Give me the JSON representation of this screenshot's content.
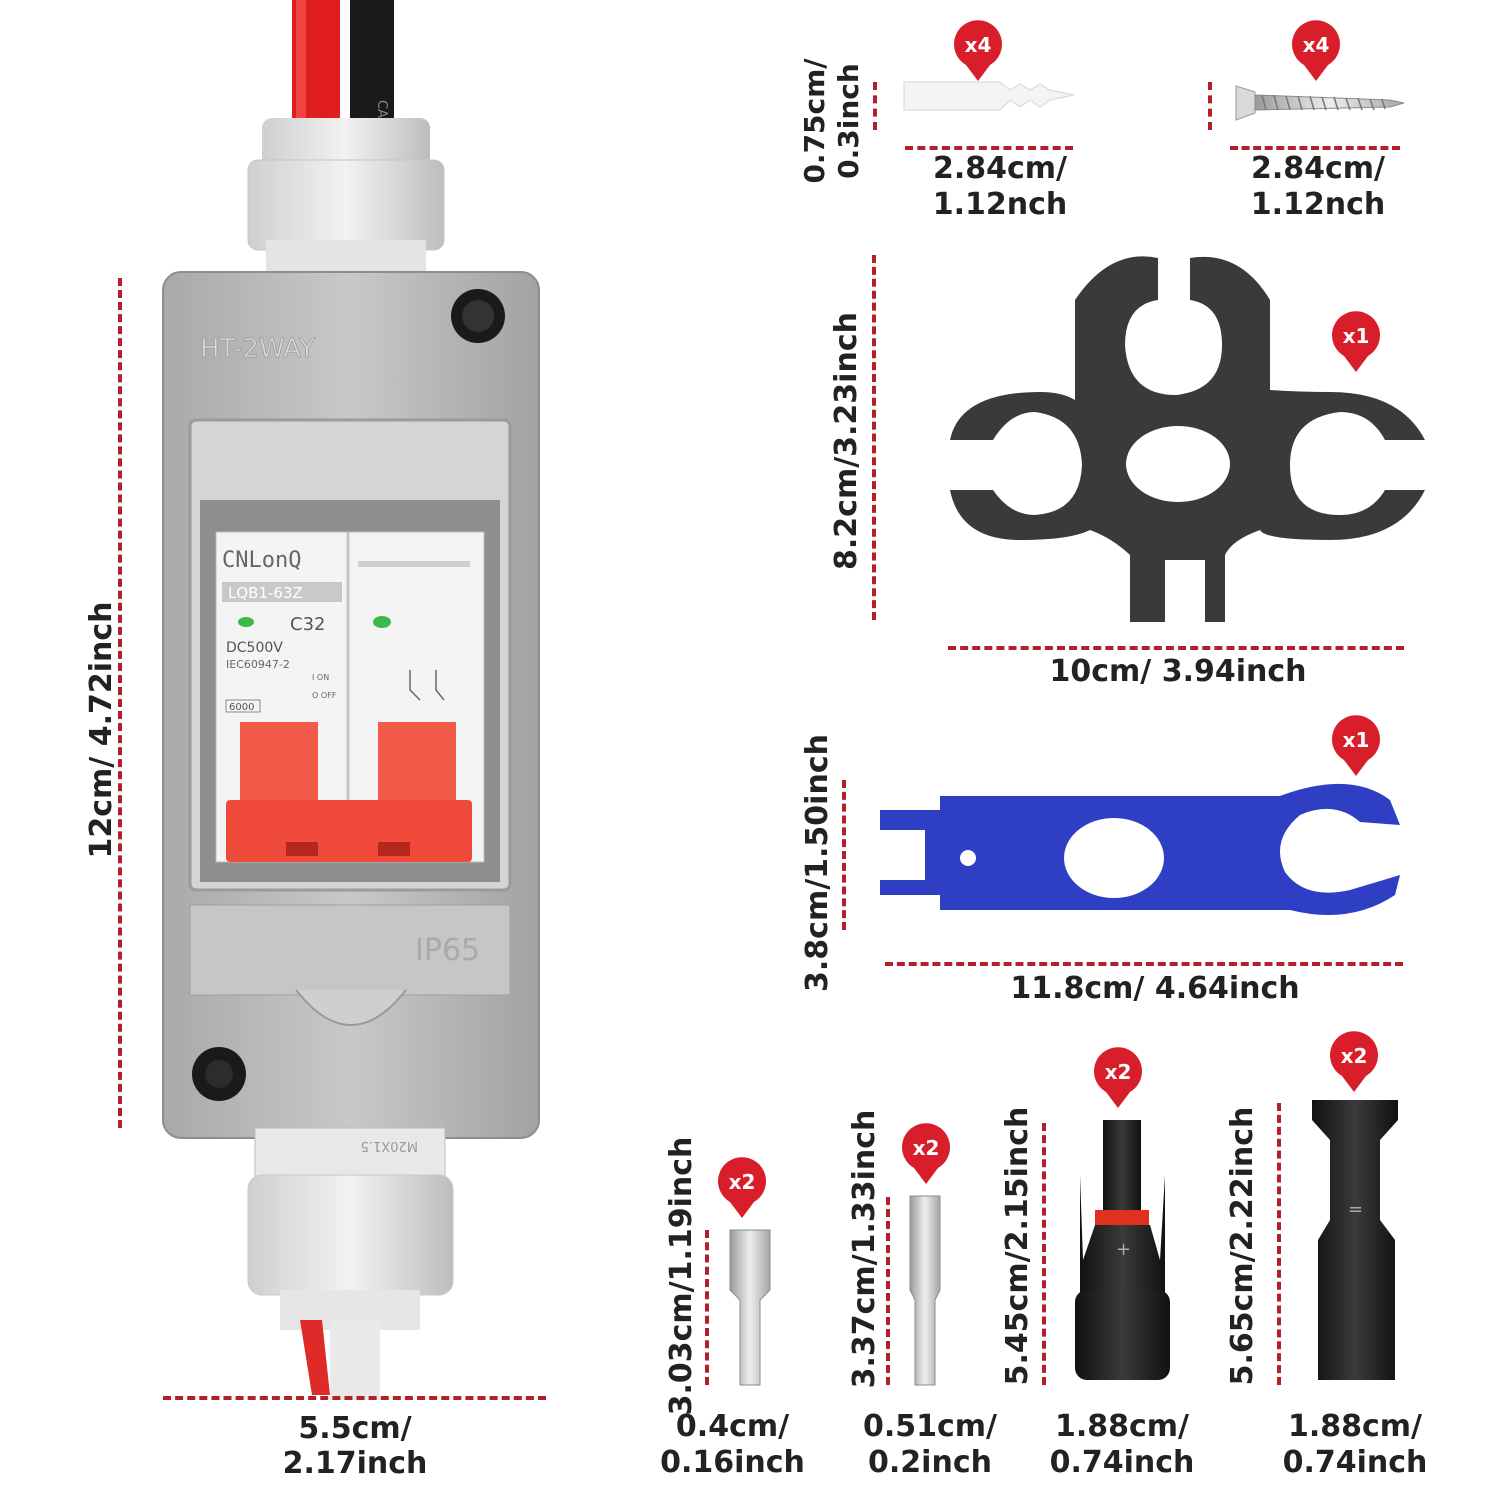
{
  "colors": {
    "dash": "#b4202a",
    "badge": "#d81e2a",
    "enclosure": "#bdbdbd",
    "breaker_red": "#f04a3a",
    "spanner_black": "#333333",
    "spanner_blue": "#2e3fc4"
  },
  "box": {
    "model": "HT-2WAY",
    "brand": "CNLonQ",
    "part": "LQB1-63Z",
    "rating": "C32",
    "voltage": "DC500V",
    "standard": "IEC60947-2",
    "capacity": "6000",
    "on_text": "I ON",
    "off_text": "O OFF",
    "ip": "IP65",
    "gland": "M20X1.5",
    "cable_text": "CAB",
    "height_label": "12cm/ 4.72inch",
    "width_label_1": "5.5cm/",
    "width_label_2": "2.17inch"
  },
  "anchor": {
    "badge": "x4",
    "height": "0.75cm/ 0.3inch",
    "len_1": "2.84cm/",
    "len_2": "1.12nch"
  },
  "screw": {
    "badge": "x4",
    "len_1": "2.84cm/",
    "len_2": "1.12nch"
  },
  "black_spanner": {
    "badge": "x1",
    "height": "8.2cm/3.23inch",
    "width": "10cm/ 3.94inch"
  },
  "blue_spanner": {
    "badge": "x1",
    "height": "3.8cm/1.50inch",
    "width": "11.8cm/ 4.64inch"
  },
  "pin_small": {
    "badge": "x2",
    "height": "3.03cm/1.19inch",
    "width_1": "0.4cm/",
    "width_2": "0.16inch"
  },
  "pin_large": {
    "badge": "x2",
    "height": "3.37cm/1.33inch",
    "width_1": "0.51cm/",
    "width_2": "0.2inch"
  },
  "connector_male": {
    "badge": "x2",
    "height": "5.45cm/2.15inch",
    "width_1": "1.88cm/",
    "width_2": "0.74inch"
  },
  "connector_female": {
    "badge": "x2",
    "height": "5.65cm/2.22inch",
    "width_1": "1.88cm/",
    "width_2": "0.74inch"
  }
}
